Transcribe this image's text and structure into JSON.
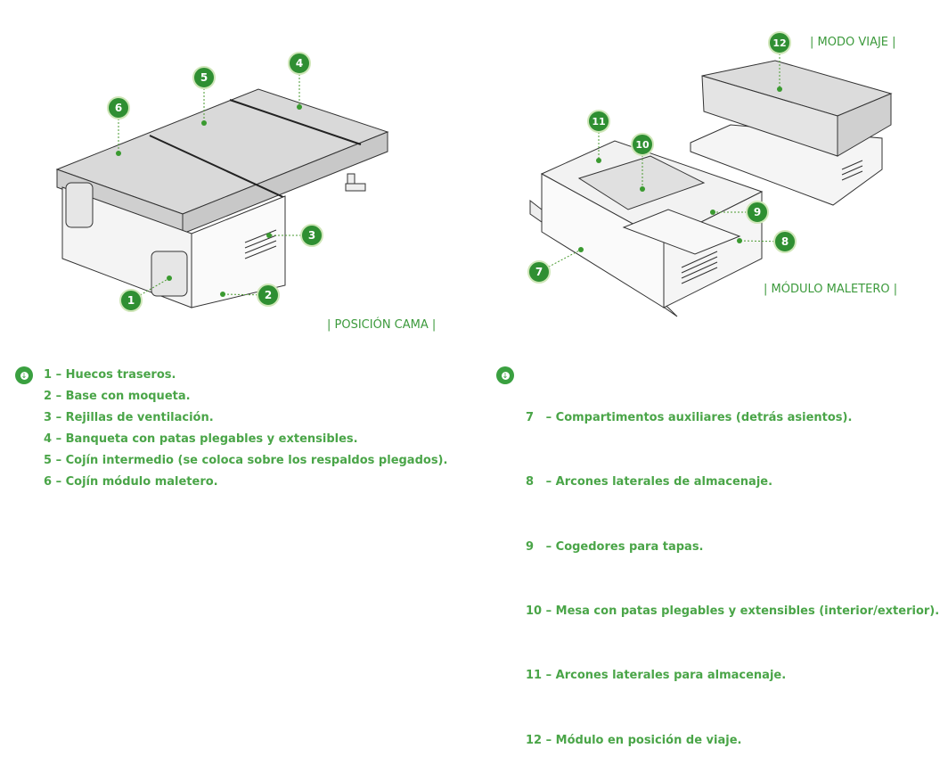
{
  "diagram": {
    "mode_labels": {
      "bed": "| POSICIÓN CAMA |",
      "travel": "| MODO VIAJE |",
      "trunk": "| MÓDULO MALETERO |"
    },
    "callouts": [
      "1",
      "2",
      "3",
      "4",
      "5",
      "6",
      "7",
      "8",
      "9",
      "10",
      "11",
      "12"
    ],
    "accent_color": "#2f8f32",
    "text_color": "#4aa548"
  },
  "legend_left": [
    "1 – Huecos traseros.",
    "2 – Base con moqueta.",
    "3 – Rejillas de ventilación.",
    "4 – Banqueta con patas plegables y extensibles.",
    "5 – Cojín intermedio (se coloca sobre los respaldos plegados).",
    "6 – Cojín módulo maletero."
  ],
  "legend_right": [
    "7   – Compartimentos auxiliares (detrás asientos).",
    "8   – Arcones laterales de almacenaje.",
    "9   – Cogedores para tapas.",
    "10 – Mesa con patas plegables y extensibles (interior/exterior).",
    "11 – Arcones laterales para almacenaje.",
    "12 – Módulo en posición de viaje."
  ],
  "icons": [
    "download-circle-icon"
  ]
}
